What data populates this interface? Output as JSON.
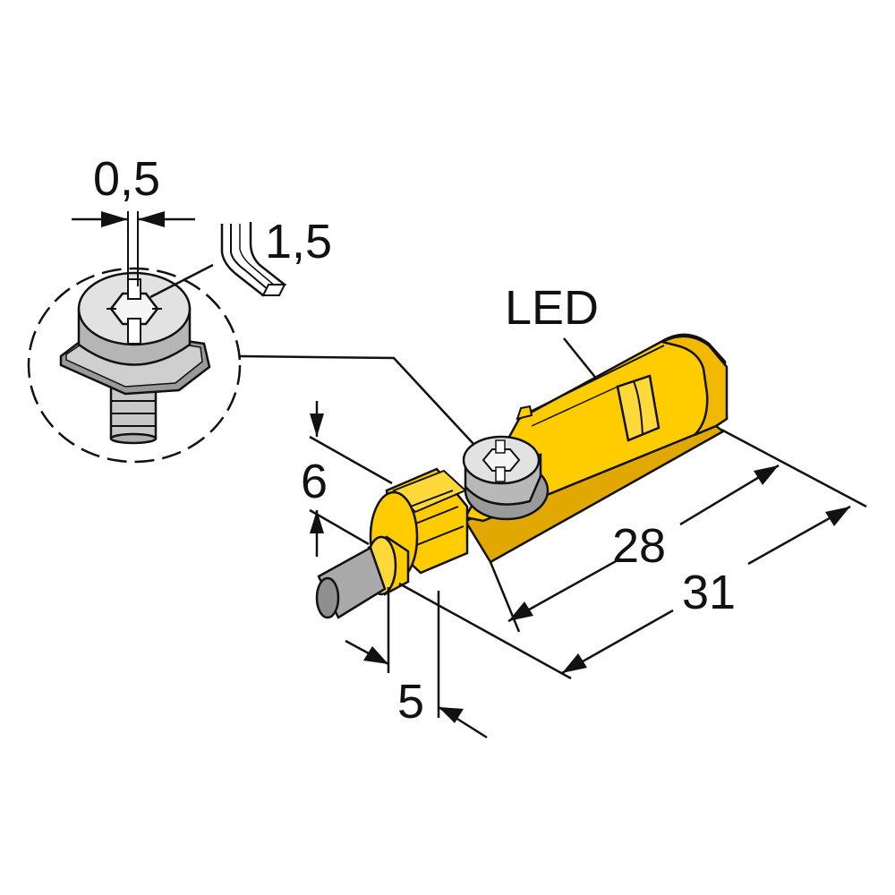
{
  "labels": {
    "gap": "0,5",
    "tool": "1,5",
    "led": "LED",
    "height": "6",
    "width": "5",
    "body_length": "28",
    "total_length": "31"
  },
  "colors": {
    "housing": "#ffcc00",
    "housing_shadow": "#e0a800",
    "metal_light": "#dcdcdc",
    "metal_mid": "#b8b8b8",
    "metal_dark": "#8a8a8a",
    "line": "#111111"
  }
}
